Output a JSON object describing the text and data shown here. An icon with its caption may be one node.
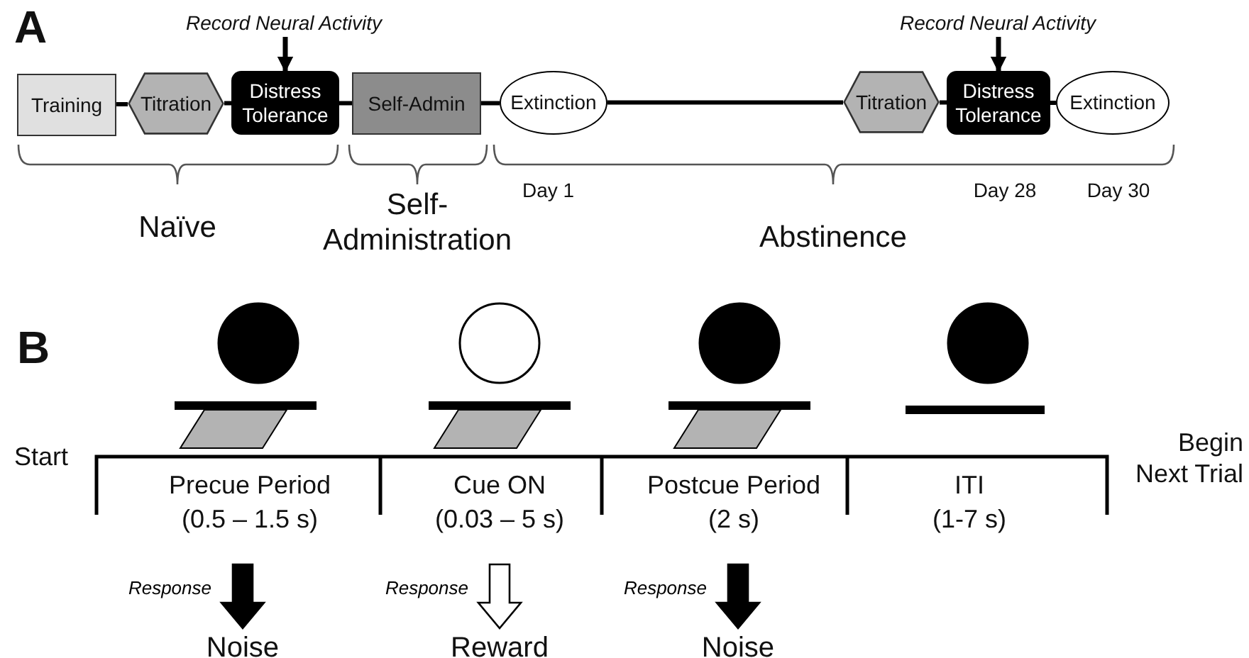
{
  "diagram": {
    "nodes": [
      {
        "text": [
          "Training"
        ]
      },
      {
        "text": [
          "Titration"
        ]
      },
      {
        "text": [
          "Distress Tolerance"
        ]
      },
      {
        "text": [
          "Self-Admin"
        ]
      },
      {
        "text": [
          "Extinction"
        ]
      },
      {
        "text": [
          "Titration"
        ]
      },
      {
        "text": [
          "Distress Tolerance"
        ]
      },
      {
        "text": [
          "Extinction"
        ]
      },
      {
        "text": [
          "Record Neural Activity"
        ]
      },
      {
        "text": [
          "Record Neural Activity"
        ]
      },
      {
        "text": [
          "Precue Period",
          "(0.5 – 1.5 s)"
        ]
      },
      {
        "text": [
          "Cue ON",
          "(0.03 – 5 s)"
        ]
      },
      {
        "text": [
          "Postcue Period",
          "(2 s)"
        ]
      },
      {
        "text": [
          "ITI",
          "(1-7 s)"
        ]
      },
      {
        "text": [
          "Noise"
        ]
      },
      {
        "text": [
          "Reward"
        ]
      },
      {
        "text": [
          "Noise"
        ]
      }
    ],
    "edges": [
      {
        "from": 0,
        "to": 1,
        "arrow": "none"
      },
      {
        "from": 1,
        "to": 2,
        "arrow": "none"
      },
      {
        "from": 2,
        "to": 3,
        "arrow": "none"
      },
      {
        "from": 3,
        "to": 4,
        "arrow": "none"
      },
      {
        "from": 4,
        "to": 5,
        "arrow": "none"
      },
      {
        "from": 5,
        "to": 6,
        "arrow": "none"
      },
      {
        "from": 6,
        "to": 7,
        "arrow": "none"
      },
      {
        "from": 8,
        "to": 2,
        "arrow": "to"
      },
      {
        "from": 9,
        "to": 6,
        "arrow": "to"
      },
      {
        "from": 10,
        "to": 14,
        "arrow": "to",
        "label": "Response"
      },
      {
        "from": 11,
        "to": 15,
        "arrow": "to",
        "label": "Response"
      },
      {
        "from": 12,
        "to": 16,
        "arrow": "to",
        "label": "Response"
      }
    ],
    "labels": [
      "A",
      "Naïve",
      "Self- Administration",
      "Day 1",
      "Day 28",
      "Day 30",
      "Abstinence",
      "B",
      "Start",
      "Begin Next Trial"
    ]
  }
}
